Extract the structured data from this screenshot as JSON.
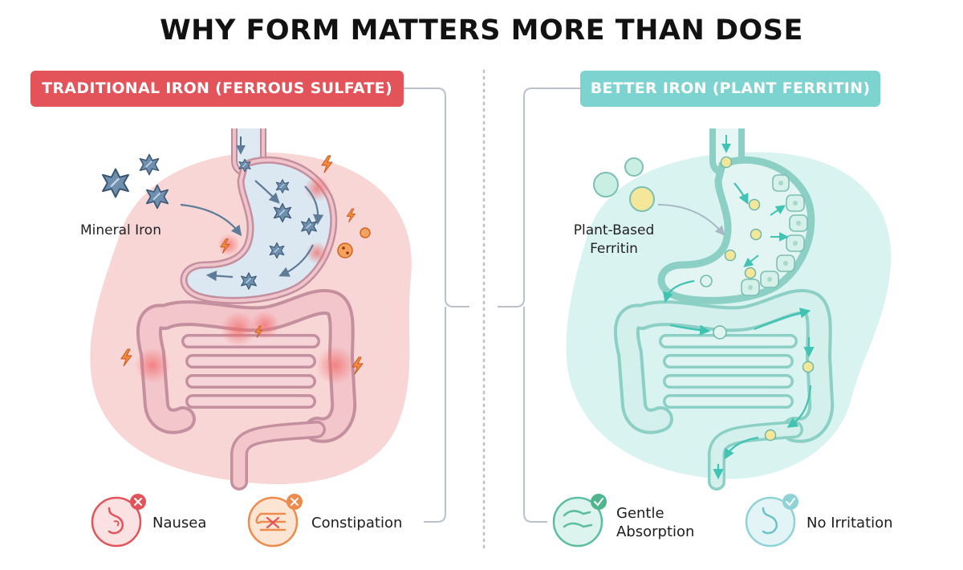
{
  "title": "WHY FORM MATTERS MORE THAN DOSE",
  "left_panel": {
    "header": "TRADITIONAL IRON (FERROUS SULFATE)",
    "callout": "Mineral Iron",
    "effects": [
      {
        "label": "Nausea",
        "icon": "stomach-icon",
        "badge": "x-icon"
      },
      {
        "label": "Constipation",
        "icon": "intestine-icon",
        "badge": "x-icon"
      }
    ],
    "colors": {
      "accent": "#e2545a",
      "blob": "#f9d6d6"
    }
  },
  "right_panel": {
    "header": "BETTER IRON (PLANT FERRITIN)",
    "callout_lines": [
      "Plant-Based",
      "Ferritin"
    ],
    "effects": [
      {
        "label_lines": [
          "Gentle",
          "Absorption"
        ],
        "icon": "flow-arrows-icon",
        "badge": "check-icon"
      },
      {
        "label": "No Irritation",
        "icon": "stomach-icon",
        "badge": "check-icon"
      }
    ],
    "colors": {
      "accent": "#7dd3cf",
      "blob": "#d8f3f0"
    }
  }
}
